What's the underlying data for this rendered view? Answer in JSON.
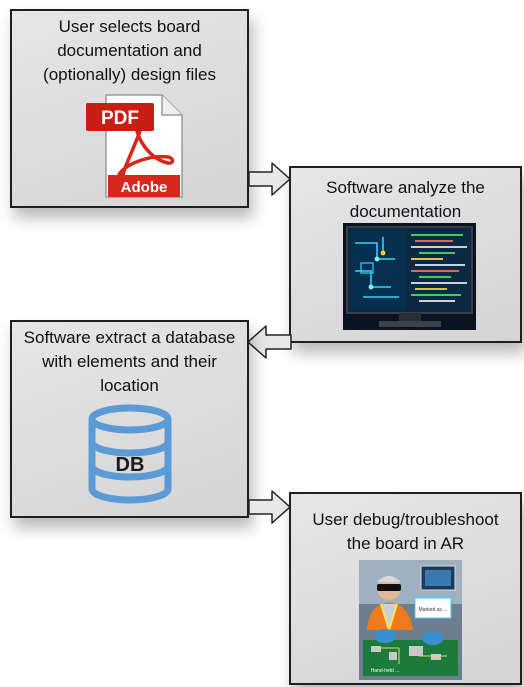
{
  "steps": [
    {
      "lines": [
        "User selects board",
        "documentation and",
        "(optionally) design files"
      ]
    },
    {
      "lines": [
        "Software analyze the",
        "documentation"
      ]
    },
    {
      "lines": [
        "Software extract a database",
        "with elements and their",
        "location"
      ]
    },
    {
      "lines": [
        "User debug/troubleshoot",
        "the board in AR"
      ]
    }
  ],
  "pdf_icon": {
    "badge": "PDF",
    "brand": "Adobe"
  },
  "db_icon": {
    "label": "DB"
  },
  "ar_photo": {
    "callout": "Marked as ...",
    "hands_label": "Hand-held ..."
  },
  "colors": {
    "box_fill": "#dcdcdc",
    "box_border": "#1f1f1f",
    "pdf_red": "#d7261b",
    "db_blue": "#5b9bd5",
    "arrow_fill": "#e8e8e8"
  }
}
